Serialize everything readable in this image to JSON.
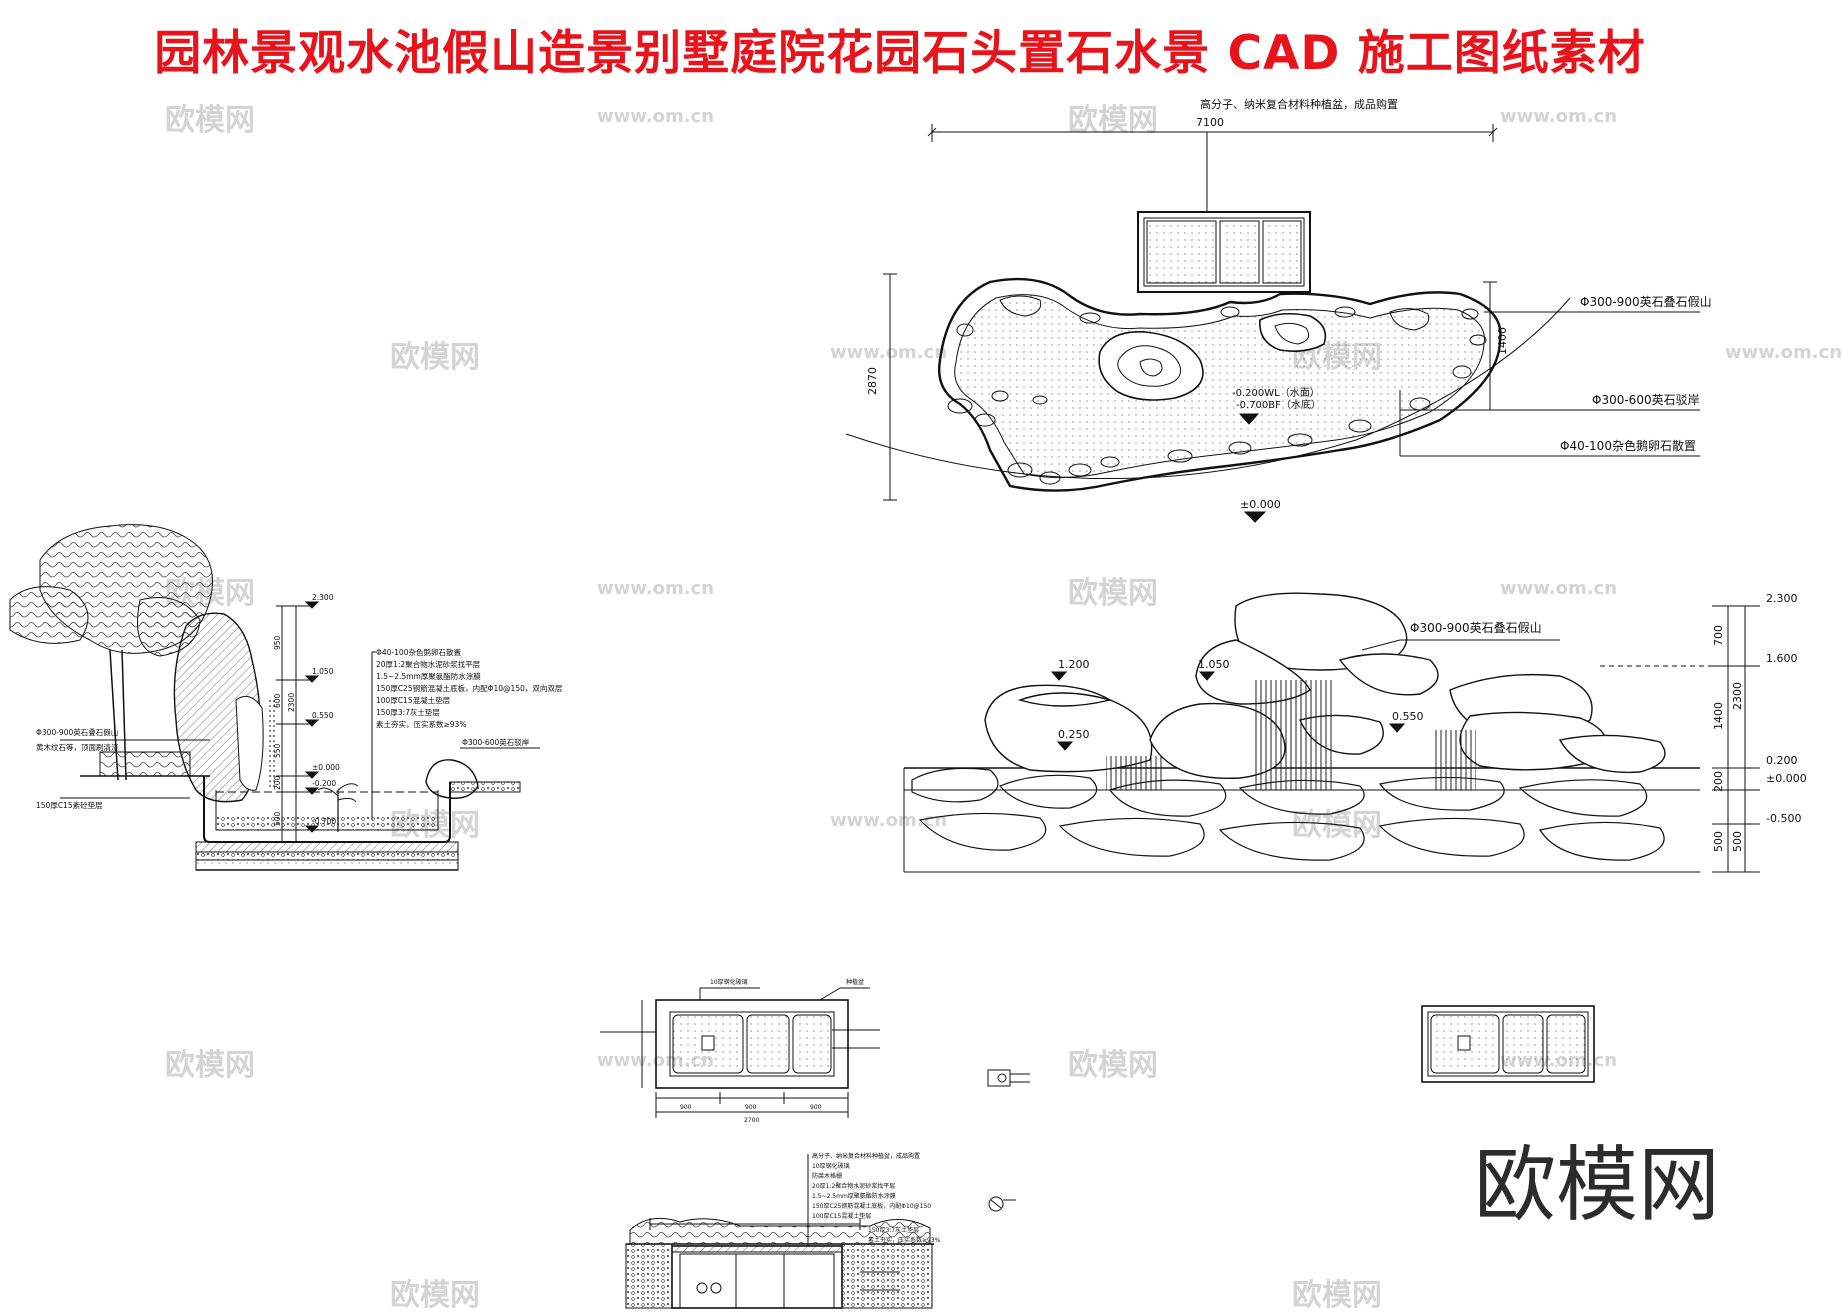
{
  "title": "园林景观水池假山造景别墅庭院花园石头置石水景 CAD 施工图纸素材",
  "brand": "欧模网",
  "watermarks": {
    "cn": "欧模网",
    "url": "www.om.cn"
  },
  "plan": {
    "dim_total": "7100",
    "dim_height": "2870",
    "dim_right": "1400",
    "note_top": "高分子、纳米复合材料种植盆，成品购置",
    "label_1": "Φ300-900英石叠石假山",
    "label_2": "Φ300-600英石驳岸",
    "label_3": "Φ40-100杂色鹅卵石散置",
    "wl": "-0.200WL（水面）",
    "bf": "-0.700BF（水底）",
    "datum": "±0.000"
  },
  "elevation": {
    "label": "Φ300-900英石叠石假山",
    "lv_2300": "2.300",
    "lv_1600": "1.600",
    "lv_0200": "0.200",
    "lv_0000": "±0.000",
    "lv_m0500": "-0.500",
    "lv_1200": "1.200",
    "lv_1050": "1.050",
    "lv_0550": "0.550",
    "lv_0250": "0.250",
    "d_700": "700",
    "d_1400": "1400",
    "d_2300": "2300",
    "d_200": "200",
    "d_500": "500"
  },
  "section": {
    "lv_2300": "2.300",
    "lv_1050": "1.050",
    "lv_0550": "0.550",
    "lv_0000": "±0.000",
    "lv_m0200": "-0.200",
    "lv_m0700": "-0.700",
    "d_950": "950",
    "d_600": "600",
    "d_550": "550",
    "d_2300": "2300",
    "d_200": "200",
    "d_500": "500",
    "label_left_1": "Φ300-900英石叠石假山",
    "label_left_2": "黄木纹石等，顶面刷清漆",
    "label_left_3": "150厚C15素砼垫层",
    "label_right": "Φ300-600英石驳岸",
    "layers": [
      "Φ40-100杂色鹅卵石散置",
      "20厚1:2聚合物水泥砂浆找平层",
      "1.5~2.5mm厚聚氨酯防水涂膜",
      "150厚C25钢筋混凝土底板，内配Φ10@150，双向双层",
      "100厚C15混凝土垫层",
      "150厚3:7灰土垫层",
      "素土夯实，压实系数≥93%"
    ]
  },
  "detail": {
    "dim_900a": "900",
    "dim_900b": "900",
    "dim_900c": "900",
    "dim_total": "2700",
    "label_top": "10厚钢化玻璃",
    "label_right": "种植盆",
    "layers": [
      "高分子、纳米复合材料种植盆，成品购置",
      "10厚钢化玻璃",
      "防腐木格栅",
      "20厚1:2聚合物水泥砂浆找平层",
      "1.5~2.5mm厚聚氨酯防水涂膜",
      "150厚C25钢筋混凝土底板，内配Φ10@150",
      "100厚C15混凝土垫层",
      "150厚3:7灰土垫层",
      "素土夯实，压实系数≥93%"
    ]
  }
}
